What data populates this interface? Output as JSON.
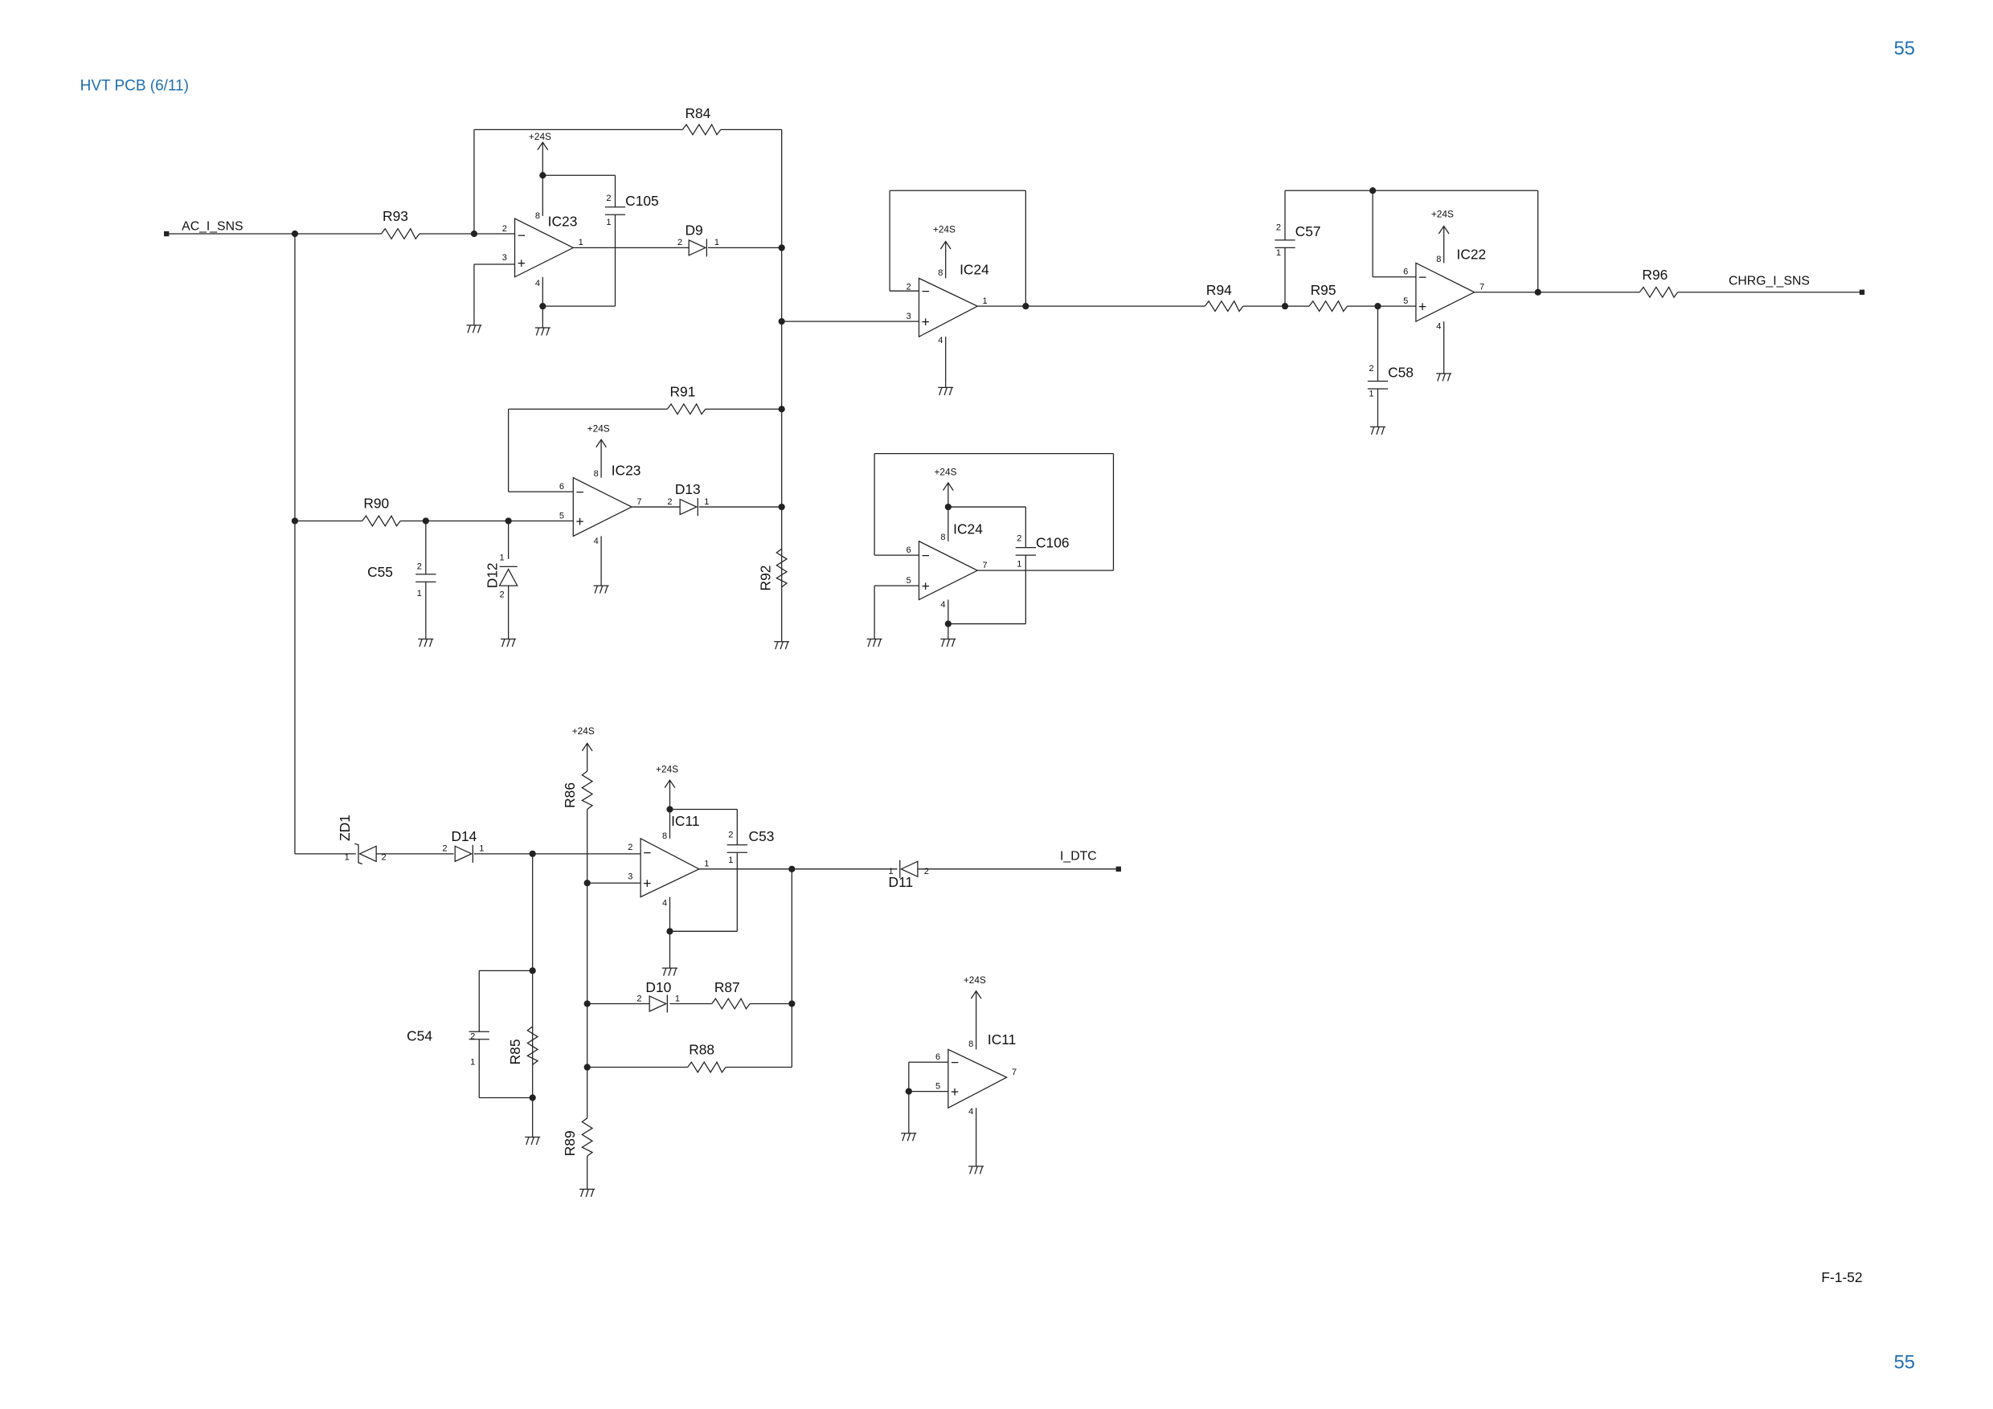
{
  "page": {
    "number_top": "55",
    "number_bottom": "55",
    "title": "HVT PCB (6/11)",
    "figure_id": "F-1-52"
  },
  "colors": {
    "header": "#1f6fb2",
    "ink": "#222222"
  },
  "nets": {
    "ac_i_sns": "AC_I_SNS",
    "chrg_i_sns": "CHRG_I_SNS",
    "i_dtc": "I_DTC"
  },
  "power": {
    "v24s": "+24S"
  },
  "refs": {
    "ic23": "IC23",
    "ic24": "IC24",
    "ic22": "IC22",
    "ic11": "IC11",
    "r84": "R84",
    "r85": "R85",
    "r86": "R86",
    "r87": "R87",
    "r88": "R88",
    "r89": "R89",
    "r90": "R90",
    "r91": "R91",
    "r92": "R92",
    "r93": "R93",
    "r94": "R94",
    "r95": "R95",
    "r96": "R96",
    "c53": "C53",
    "c54": "C54",
    "c55": "C55",
    "c57": "C57",
    "c58": "C58",
    "c105": "C105",
    "c106": "C106",
    "d9": "D9",
    "d10": "D10",
    "d11": "D11",
    "d12": "D12",
    "d13": "D13",
    "d14": "D14",
    "zd1": "ZD1"
  },
  "pins": {
    "p1": "1",
    "p2": "2",
    "p3": "3",
    "p4": "4",
    "p5": "5",
    "p6": "6",
    "p7": "7",
    "p8": "8"
  },
  "signs": {
    "minus": "−",
    "plus": "+"
  }
}
